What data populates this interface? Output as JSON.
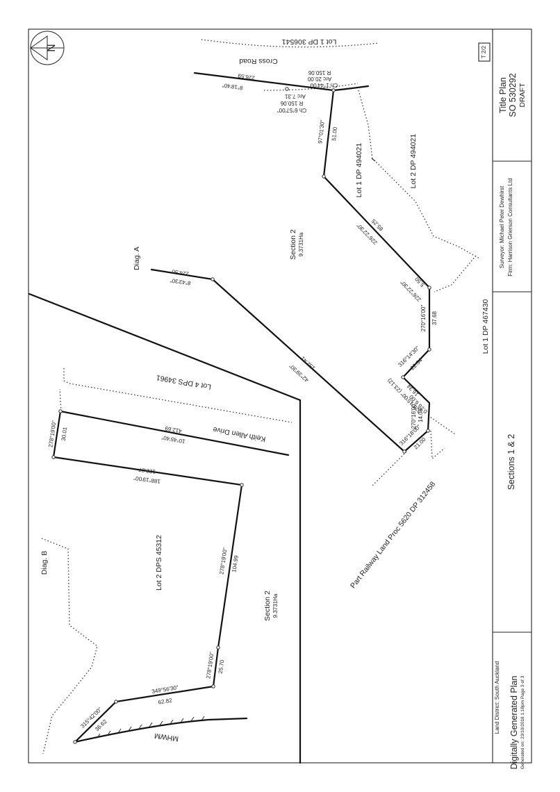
{
  "title_block": {
    "title": "Title Plan",
    "plan_number": "SO 530292",
    "status": "DRAFT",
    "surveyor": "Surveyor: Michael Peter Dewhirst",
    "firm": "Firm: Harrison Grierson Consultants Ltd",
    "sections": "Sections 1 & 2",
    "land_district": "Land District: South Auckland",
    "generated_title": "Digitally Generated Plan",
    "generated_on": "Generated on: 23/10/2018 1:18pm Page 3 of 3",
    "sheet": "T 2/2"
  },
  "parcels": {
    "lot1_dp_306541": "Lot 1 DP 306541",
    "cross_road": "Cross Road",
    "lot1_dp_494021": "Lot 1 DP 494021",
    "lot2_dp_494021": "Lot 2 DP 494021",
    "section2_upper": "Section 2",
    "section2_upper_area": "9.3731Ha",
    "lot1_dp_467430": "Lot 1 DP 467430",
    "diag_a": "Diag. A",
    "lot4_dps_34961": "Lot 4 DPS 34961",
    "keith_allen_drive": "Keith Allen Drive",
    "railway": "Part Railway Land Proc 5620 DP 312458",
    "lot2_dps_45312": "Lot 2 DPS 45312",
    "section2_lower": "Section 2",
    "section2_lower_area": "9.3731Ha",
    "diag_b": "Diag. B",
    "mhwm": "MHWM"
  },
  "bearings": {
    "b_8_18_40": "8°18'40\"",
    "d_226_59": "226.59",
    "b_ch_1_44": "Ch 1°44'00\"",
    "d_arc_20": "Arc 20.00",
    "d_r_150_a": "R 150.06",
    "d_arc_7_31": "Arc 7.31",
    "d_r_150_b": "R 150.06",
    "b_ch_6_57": "Ch 6°57'00\"",
    "b_97_01_30": "97°01'30\"",
    "d_51_00": "51.00",
    "b_226_22_30_a": "226°22'30\"",
    "d_85_25": "85.25",
    "b_226_22_30_b": "226°22'30\"",
    "d_5_50": "5.50",
    "b_270_16_a": "270°16'00\"",
    "d_37_68": "37.68",
    "b_316_14_30": "316°14'30\"",
    "d_22_34": "22.34",
    "b_226_15": "226°15'00\" (23.12)",
    "d_16_34": "16.34",
    "d_0_26_60": "0.26 6.00",
    "b_270_16_b": "270°16'00\"",
    "d_14_03": "14.03",
    "b_316_18": "316°18'00\"",
    "d_21_00": "21.00",
    "b_8_43_30": "8°43'30\"",
    "d_224_50": "224.50",
    "b_42_39_30": "42°39'30\"",
    "d_152_41": "152.41",
    "b_10_45_40": "10°45'40\"",
    "d_412_69": "412.69",
    "b_278_19_a": "278°19'00\"",
    "d_30_01": "30.01",
    "b_188_19": "188°19'00\"",
    "d_122_87": "122.87",
    "b_278_19_b": "278°19'00\"",
    "d_104_99": "104.99",
    "b_278_19_c": "278°19'00\"",
    "d_25_70": "25.70",
    "b_349_56_30": "349°56'30\"",
    "d_62_82": "62.82",
    "b_315_42": "315°42'00\"",
    "d_36_62": "36.62"
  }
}
